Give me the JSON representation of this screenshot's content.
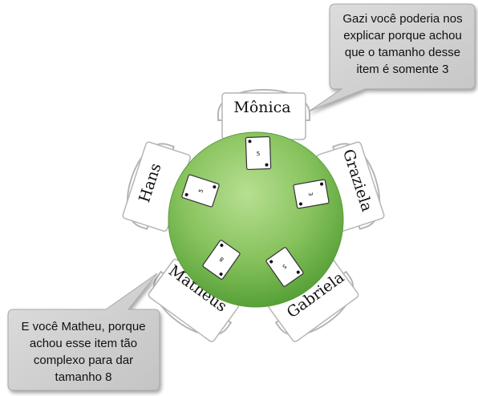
{
  "players": [
    {
      "name": "Mônica"
    },
    {
      "name": "Graziela"
    },
    {
      "name": "Gabriela"
    },
    {
      "name": "Matheus"
    },
    {
      "name": "Hans"
    }
  ],
  "cards": [
    {
      "player": "Mônica",
      "value": "5"
    },
    {
      "player": "Graziela",
      "value": "3"
    },
    {
      "player": "Gabriela",
      "value": "5"
    },
    {
      "player": "Matheus",
      "value": "8"
    },
    {
      "player": "Hans",
      "value": "5"
    }
  ],
  "callouts": {
    "top": {
      "lines": [
        "Gazi você poderia nos",
        "explicar porque achou",
        "que o tamanho desse",
        "item é somente 3"
      ]
    },
    "bottom": {
      "lines": [
        "E você Matheu, porque",
        "achou esse item tão",
        "complexo para dar",
        "tamanho 8"
      ]
    }
  },
  "colors": {
    "table_light": "#b4dc8c",
    "table_mid": "#7fbd55",
    "table_dark": "#4f9a32",
    "callout_fill": "#d1d1d1",
    "callout_shadow": "#9a9a9a",
    "chair": "#ffffff",
    "chair_edge": "#b8b8b8"
  }
}
